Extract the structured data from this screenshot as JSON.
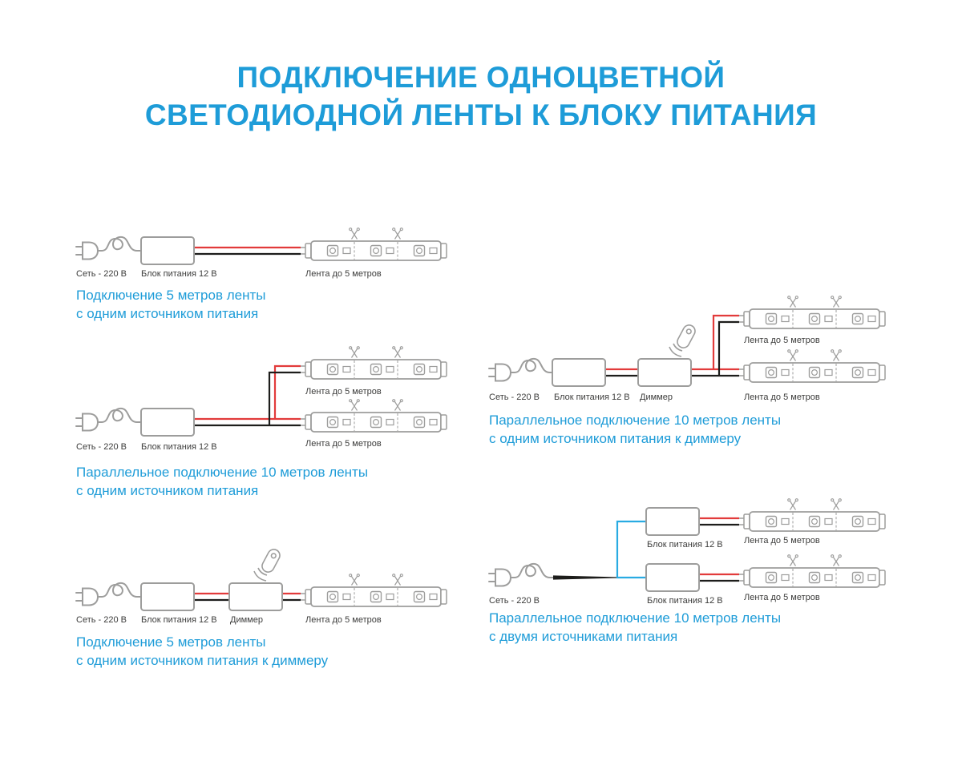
{
  "title": {
    "line1": "ПОДКЛЮЧЕНИЕ ОДНОЦВЕТНОЙ",
    "line2": "СВЕТОДИОДНОЙ ЛЕНТЫ К БЛОКУ ПИТАНИЯ"
  },
  "component_labels": {
    "mains": "Сеть - 220 В",
    "psu": "Блок питания 12 В",
    "dimmer": "Диммер",
    "strip": "Лента до 5 метров"
  },
  "diagrams": {
    "d1": {
      "caption1": "Подключение 5 метров ленты",
      "caption2": "с одним источником питания"
    },
    "d2": {
      "caption1": "Параллельное подключение 10 метров ленты",
      "caption2": "с одним источником питания"
    },
    "d3": {
      "caption1": "Подключение 5 метров ленты",
      "caption2": "с одним источником питания к диммеру"
    },
    "d4": {
      "caption1": "Параллельное подключение 10 метров ленты",
      "caption2": "с одним источником питания к диммеру"
    },
    "d5": {
      "caption1": "Параллельное подключение 10 метров ленты",
      "caption2": "с двумя источниками питания"
    }
  },
  "colors": {
    "accent_blue": "#1E9CD8",
    "outline_gray": "#9D9D9C",
    "label_text": "#3C3C3B",
    "wire_red": "#E23B3B",
    "wire_black": "#1D1D1B",
    "wire_blue": "#29ABE2",
    "background": "#FFFFFF"
  }
}
